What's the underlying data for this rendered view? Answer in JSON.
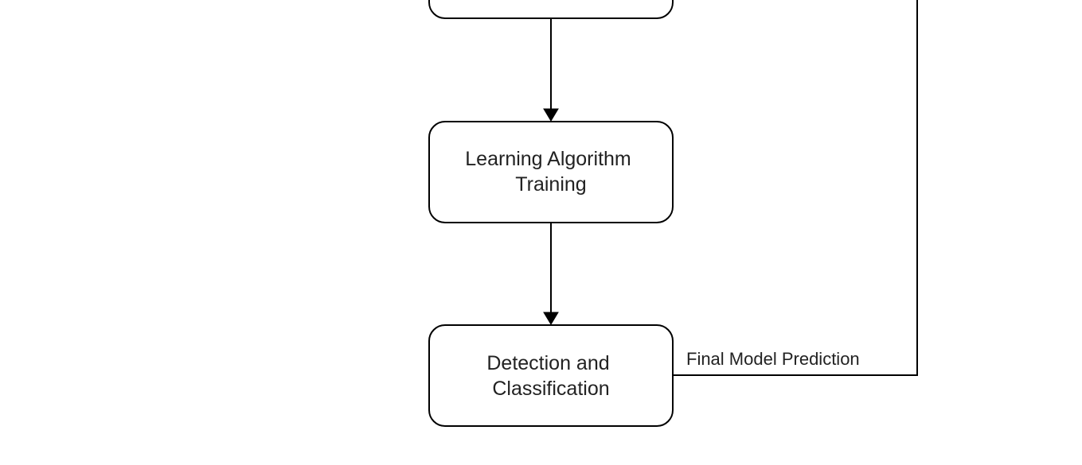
{
  "diagram": {
    "nodes": [
      {
        "id": "top",
        "lines": []
      },
      {
        "id": "training",
        "lines": [
          "Learning Algorithm",
          "Training"
        ]
      },
      {
        "id": "detection",
        "lines": [
          "Detection and",
          "Classification"
        ]
      }
    ],
    "edges": [
      {
        "from": "top",
        "to": "training"
      },
      {
        "from": "training",
        "to": "detection"
      },
      {
        "from": "detection",
        "to": "off-canvas-top",
        "label": "Final Model Prediction"
      }
    ]
  }
}
